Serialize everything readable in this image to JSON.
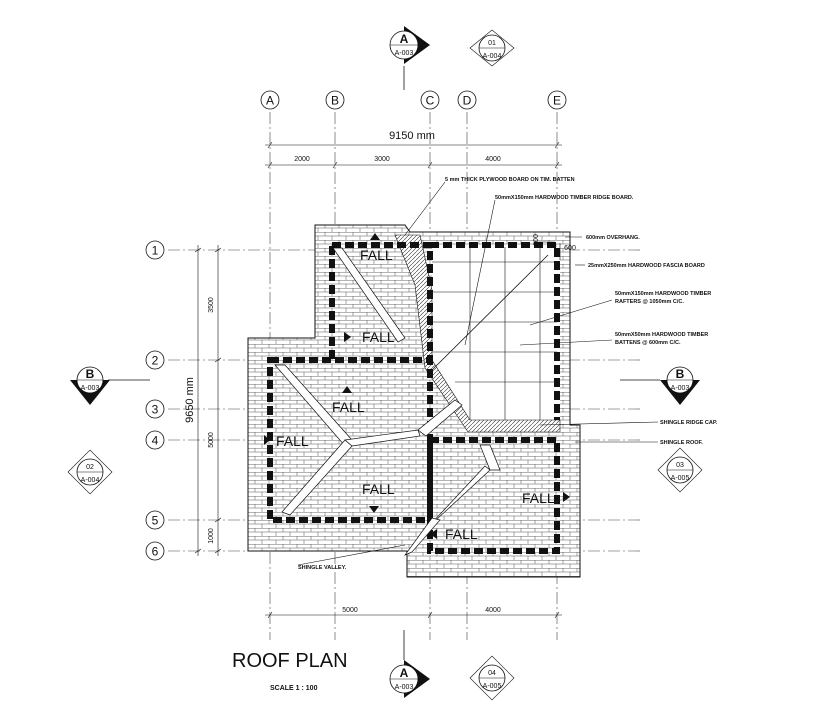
{
  "title": "ROOF PLAN",
  "scale": "SCALE 1 : 100",
  "grid_cols": [
    "A",
    "B",
    "C",
    "D",
    "E"
  ],
  "grid_rows": [
    "1",
    "2",
    "3",
    "4",
    "5",
    "6"
  ],
  "overall_width": "9150 mm",
  "overall_height": "9650 mm",
  "top_dims": [
    "2000",
    "3000",
    "4000"
  ],
  "bottom_dims": [
    "5000",
    "4000"
  ],
  "left_dims": [
    "3500",
    "5000",
    "1000"
  ],
  "overhang_dim": "600",
  "fall_label": "FALL",
  "annotations": {
    "plywood": "5 mm THICK PLYWOOD BOARD ON TIM. BATTEN",
    "ridge_board": "50mmX150mm HARDWOOD TIMBER RIDGE BOARD.",
    "overhang": "600mm OVERHANG.",
    "fascia": "25mmX250mm HARDWOOD FASCIA BOARD",
    "rafters_1": "50mmX150mm HARDWOOD TIMBER",
    "rafters_2": "RAFTERS @ 1050mm C/C.",
    "batten_1": "50mmX50mm HARDWOOD TIMBER",
    "batten_2": "BATTENS @ 600mm C/C.",
    "ridge_cap": "SHINGLE RIDGE CAP.",
    "shingle_roof": "SHINGLE ROOF.",
    "valley": "SHINGLE VALLEY."
  },
  "section_tags": {
    "top_a": {
      "big": "A",
      "small": "A-003"
    },
    "top_01": {
      "big": "01",
      "small": "A-004"
    },
    "left_b": {
      "big": "B",
      "small": "A-003"
    },
    "right_b": {
      "big": "B",
      "small": "A-003"
    },
    "left_02": {
      "big": "02",
      "small": "A-004"
    },
    "right_03": {
      "big": "03",
      "small": "A-005"
    },
    "bottom_a": {
      "big": "A",
      "small": "A-003"
    },
    "bottom_04": {
      "big": "04",
      "small": "A-005"
    }
  }
}
